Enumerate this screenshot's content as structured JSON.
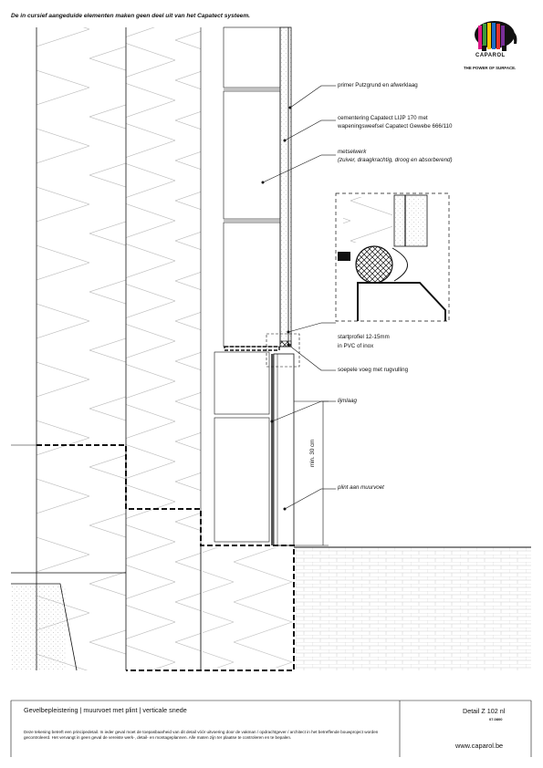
{
  "header": {
    "note": "De in cursief aangeduide elementen maken geen deel uit van het Capatect systeem.",
    "brand": "CAPAROL",
    "tagline": "THE POWER OF SURFACE."
  },
  "labels": {
    "primer": "primer Putzgrund en afwerklaag",
    "cement_1": "cementering Capatect LIJP 170 met",
    "cement_2": "wapeningsweefsel Capatect Gewebe 666/110",
    "masonry_1": "metselwerk",
    "masonry_2": "(zuiver, draagkrachtig, droog en absorberend)",
    "startprofile_1": "startprofiel 12-15mm",
    "startprofile_2": "in PVC of inox",
    "joint": "soepele voeg met rugvulling",
    "glue": "lijmlaag",
    "dimension": "min. 30 cm",
    "plinth": "plint aan muurvoet"
  },
  "footer": {
    "title": "Gevelbepleistering | muurvoet met plint | verticale snede",
    "detail": "Detail Z 102 nl",
    "date": "07.0800",
    "disclaimer": "Deze tekening betreft een principedetail. In ieder geval moet de toepasbaarheid van dit detail vóór uitvoering door de vakman / opdrachtgever / architect in het betreffende bouwproject worden gecontroleerd. Het vervangt in geen geval de vereiste werk-, detail- en montageplannen. Alle maten zijn ter plaatse te controleren en te bepalen.",
    "website": "www.caparol.be"
  }
}
